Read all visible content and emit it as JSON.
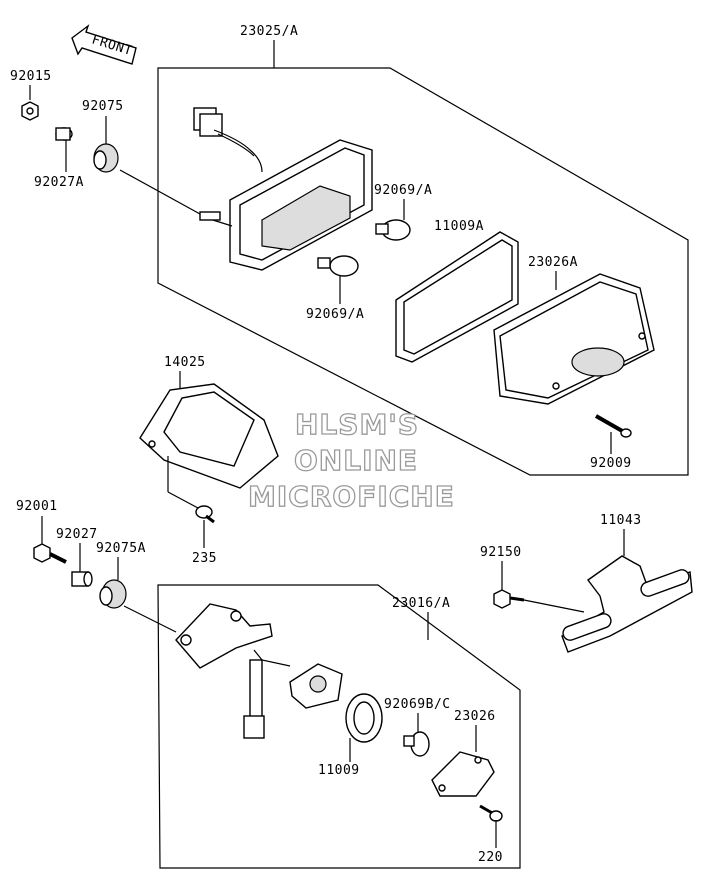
{
  "watermark": {
    "line1": "HLSM'S",
    "line2": "ONLINE",
    "line3": "MICROFICHE"
  },
  "front_arrow": {
    "label": "FRONT"
  },
  "part_labels": {
    "p23025A": "23025/A",
    "p92015": "92015",
    "p92075": "92075",
    "p92027A": "92027A",
    "p92069A_top": "92069/A",
    "p11009A": "11009A",
    "p23026A": "23026A",
    "p92069A_bottom": "92069/A",
    "p14025": "14025",
    "p92009": "92009",
    "p235": "235",
    "p92001": "92001",
    "p92027": "92027",
    "p92075A": "92075A",
    "p11043": "11043",
    "p92150": "92150",
    "p23016A": "23016/A",
    "p92069BC": "92069B/C",
    "p23026": "23026",
    "p11009": "11009",
    "p220": "220"
  }
}
